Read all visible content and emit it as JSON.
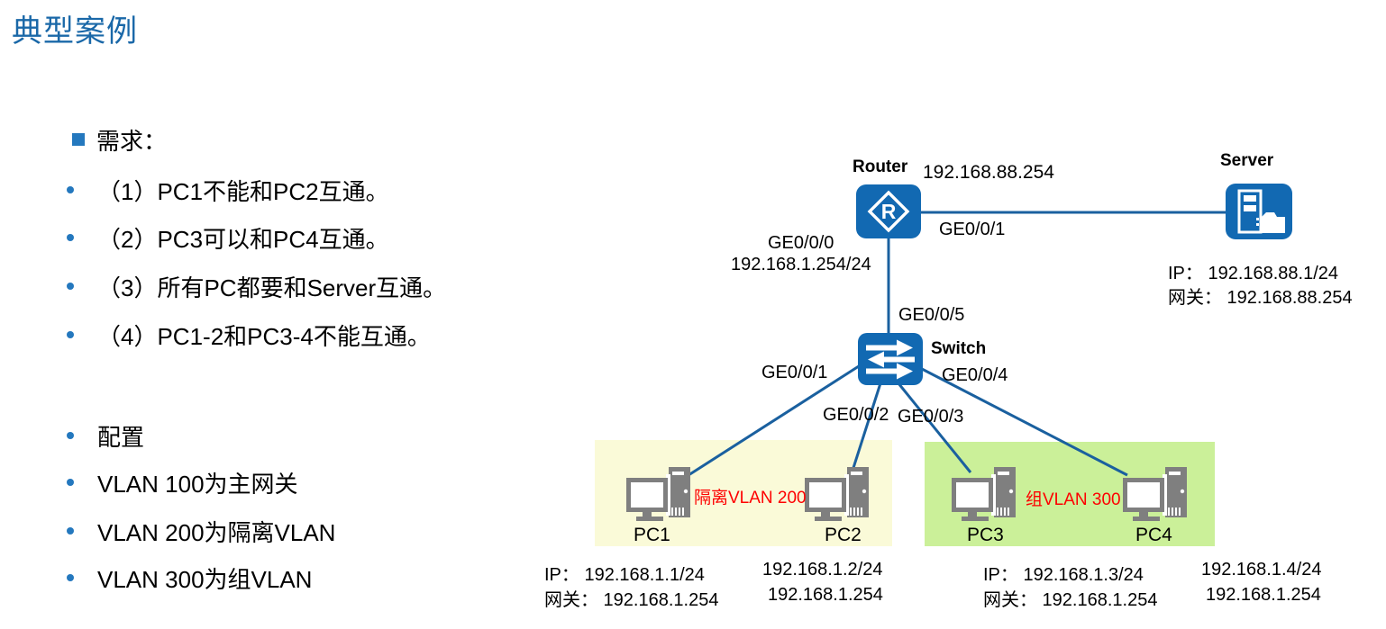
{
  "title": "典型案例",
  "colors": {
    "title_blue": "#1A68A8",
    "bullet_blue": "#2478BE",
    "icon_blue": "#1269B2",
    "line_blue": "#1A609F",
    "vlan200_bg": "#FAFAD8",
    "vlan300_bg": "#CBF099",
    "label_red": "#FE0000"
  },
  "icons": {
    "router": "router-icon",
    "switch": "switch-icon",
    "server": "server-icon",
    "pc": "pc-icon",
    "bullet_square": "square-bullet-icon",
    "bullet_dot": "dot-bullet-icon"
  },
  "bullets": {
    "header": "需求：",
    "requirements": [
      "（1）PC1不能和PC2互通。",
      "（2）PC3可以和PC4互通。",
      "（3）所有PC都要和Server互通。",
      "（4）PC1-2和PC3-4不能互通。"
    ],
    "config": [
      "配置",
      "VLAN 100为主网关",
      "VLAN 200为隔离VLAN",
      "VLAN 300为组VLAN"
    ]
  },
  "diagram": {
    "router": {
      "name": "Router",
      "wan_ip": "192.168.88.254",
      "port_server": "GE0/0/1",
      "port_lan": "GE0/0/0",
      "lan_ip": "192.168.1.254/24"
    },
    "switch": {
      "name": "Switch",
      "port_uplink": "GE0/0/5",
      "port_pc1": "GE0/0/1",
      "port_pc2": "GE0/0/2",
      "port_pc3": "GE0/0/3",
      "port_pc4": "GE0/0/4"
    },
    "server": {
      "name": "Server",
      "ip": "IP： 192.168.88.1/24",
      "gateway": "网关： 192.168.88.254"
    },
    "vlan200": {
      "label": "隔离VLAN 200"
    },
    "vlan300": {
      "label": "组VLAN 300"
    },
    "pcs": [
      {
        "name": "PC1"
      },
      {
        "name": "PC2"
      },
      {
        "name": "PC3"
      },
      {
        "name": "PC4"
      }
    ],
    "ip_rows": {
      "left_ip_label": "IP： 192.168.1.1/24",
      "left_ip2": "192.168.1.2/24",
      "left_gw_label": "网关： 192.168.1.254",
      "left_gw2": "192.168.1.254",
      "right_ip_label": "IP： 192.168.1.3/24",
      "right_ip2": "192.168.1.4/24",
      "right_gw_label": "网关： 192.168.1.254",
      "right_gw2": "192.168.1.254"
    }
  }
}
